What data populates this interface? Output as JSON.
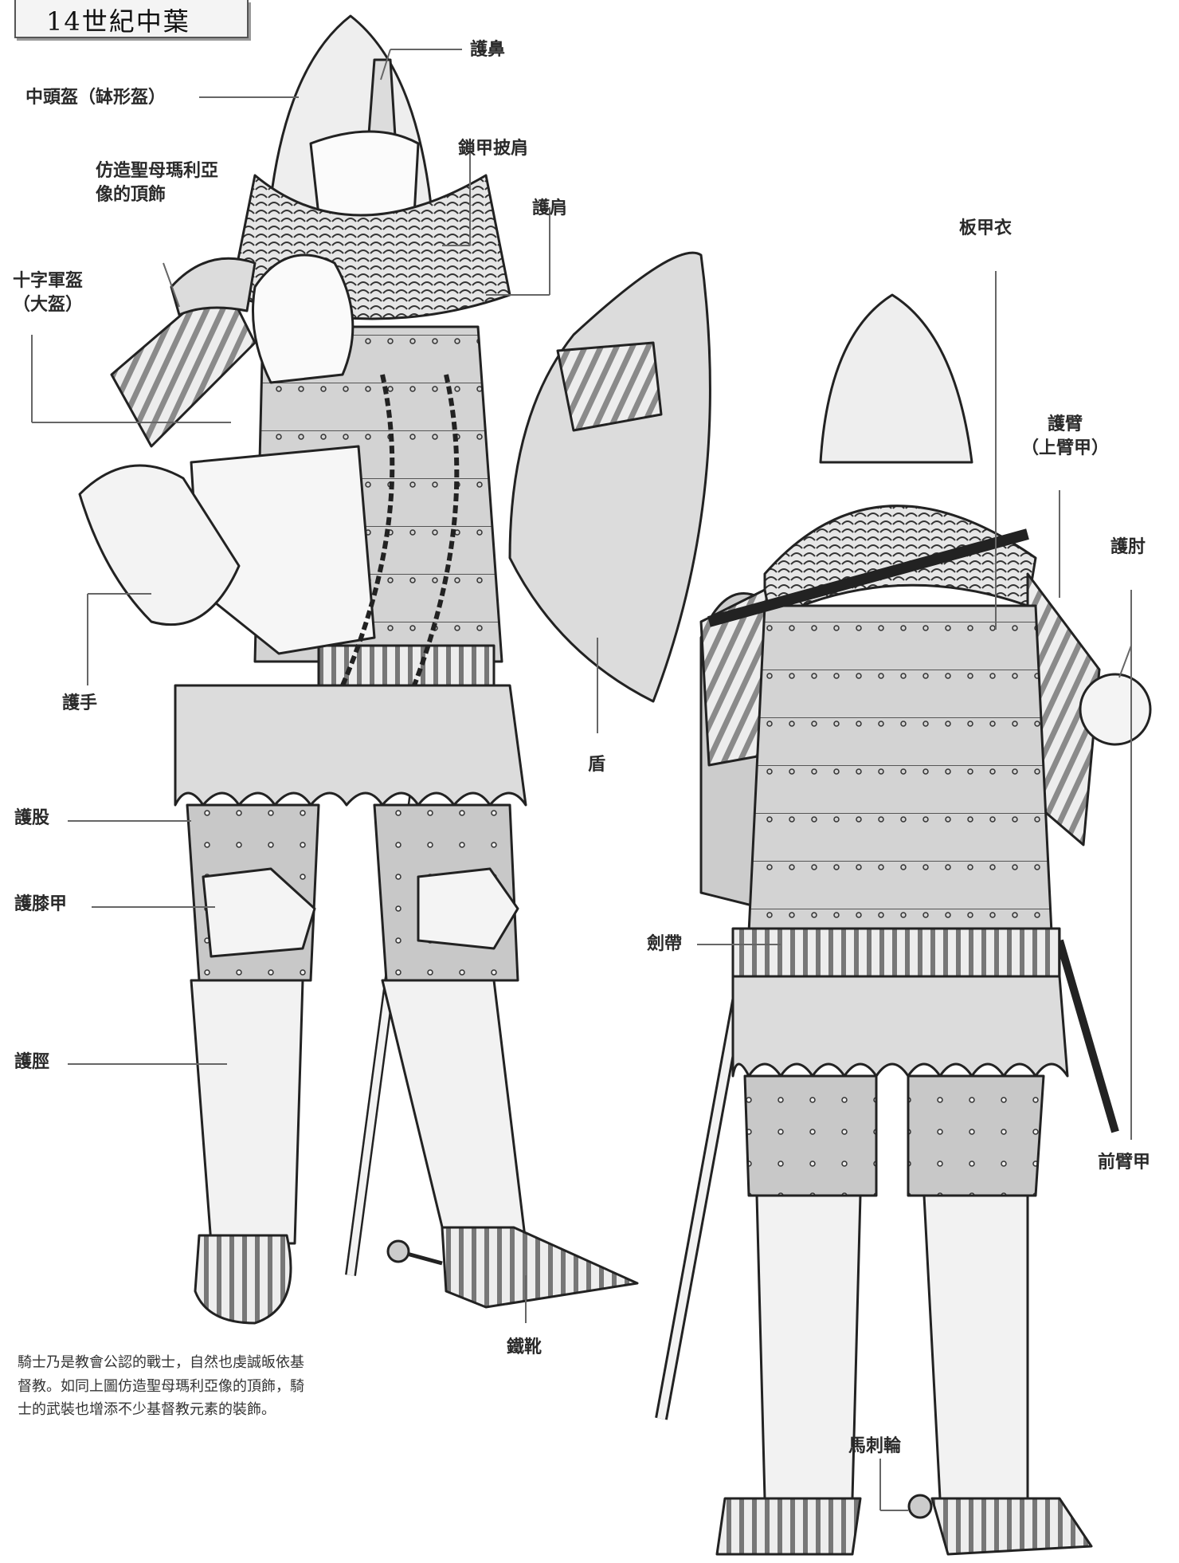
{
  "title": "14世紀中葉",
  "labels": {
    "nasal": "護鼻",
    "helmet": "中頭盔（缽形盔）",
    "crest": "仿造聖母瑪利亞\n像的頂飾",
    "aventail": "鎖甲披肩",
    "pauldron": "護肩",
    "greathelm": "十字軍盔\n（大盔）",
    "gauntlet": "護手",
    "shield": "盾",
    "cuisse": "護股",
    "poleyn": "護膝甲",
    "greave": "護脛",
    "sabaton": "鐵靴",
    "coat_of_plates": "板甲衣",
    "rerebrace": "護臂\n（上臂甲）",
    "couter": "護肘",
    "sword_belt": "劍帶",
    "vambrace": "前臂甲",
    "spur": "馬刺輪"
  },
  "caption": "騎士乃是教會公認的戰士，自然也虔誠皈依基\n督教。如同上圖仿造聖母瑪利亞像的頂飾，騎\n士的武裝也增添不少基督教元素的裝飾。",
  "colors": {
    "line": "#222222",
    "fill_light": "#eeeeee",
    "fill_mid": "#cfcfcf",
    "fill_dark": "#8a8a8a"
  }
}
